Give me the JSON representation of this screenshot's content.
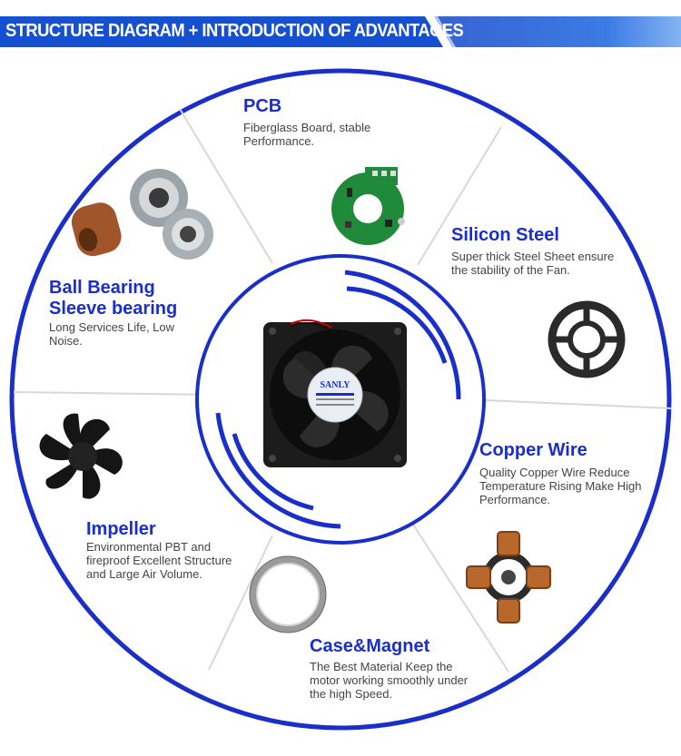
{
  "header": {
    "title": "STRUCTURE DIAGRAM + INTRODUCTION OF ADVANTAGES"
  },
  "colors": {
    "brand_blue": "#1a2fc9",
    "banner_blue": "#1555d6",
    "text_gray": "#444444"
  },
  "center": {
    "fan_label": "SANLY"
  },
  "sections": [
    {
      "id": "pcb",
      "title": "PCB",
      "desc": "Fiberglass Board, stable Performance."
    },
    {
      "id": "silicon-steel",
      "title": "Silicon Steel",
      "desc": "Super thick Steel Sheet ensure the stability of the Fan."
    },
    {
      "id": "copper-wire",
      "title": "Copper Wire",
      "desc": "Quality Copper Wire Reduce Temperature Rising Make High Performance."
    },
    {
      "id": "case-magnet",
      "title": "Case&Magnet",
      "desc": "The Best Material Keep the motor working smoothly under the high Speed."
    },
    {
      "id": "impeller",
      "title": "Impeller",
      "desc": "Environmental PBT and fireproof Excellent Structure and Large Air Volume."
    },
    {
      "id": "bearing",
      "title": "Ball Bearing Sleeve bearing",
      "desc": "Long Services Life, Low Noise."
    }
  ]
}
